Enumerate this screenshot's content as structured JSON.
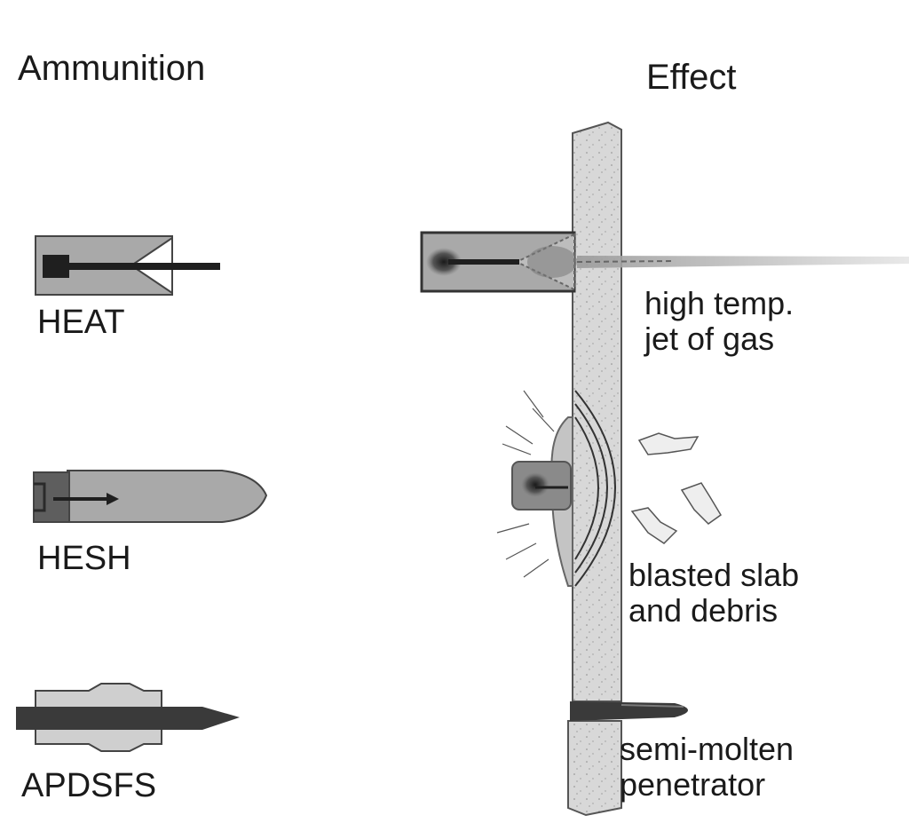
{
  "headings": {
    "ammunition": "Ammunition",
    "effect": "Effect"
  },
  "ammunition": [
    {
      "name": "HEAT"
    },
    {
      "name": "HESH"
    },
    {
      "name": "APDSFS"
    }
  ],
  "effects": {
    "heat": {
      "line1": "high temp.",
      "line2": "jet of gas"
    },
    "hesh": {
      "line1": "blasted slab",
      "line2": "and debris"
    },
    "apdsfs": {
      "line1": "semi-molten",
      "line2": "penetrator"
    }
  },
  "colors": {
    "armor": "#d6d6d6",
    "shell": "#a9a9a9",
    "shell_dark": "#5e5e5e",
    "penetrator": "#3a3a3a",
    "ink": "#1a1a1a"
  }
}
